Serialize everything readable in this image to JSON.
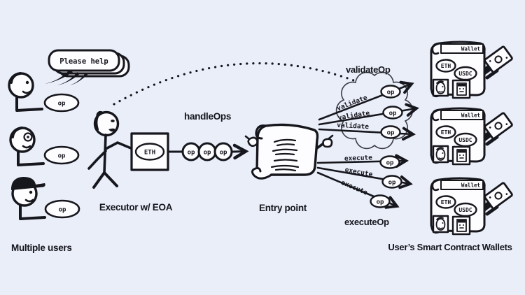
{
  "colors": {
    "background": "#eaeef9",
    "ink": "#16161d",
    "paper": "#fdfdff"
  },
  "users": {
    "section_label": "Multiple users",
    "help_bubble_text": "Please help",
    "user_ops": [
      "op",
      "op",
      "op"
    ]
  },
  "executor": {
    "label": "Executor w/ EOA",
    "eth_label": "ETH",
    "action_label": "handleOps",
    "ops": [
      "op",
      "op",
      "op"
    ]
  },
  "entry_point": {
    "label": "Entry point"
  },
  "validate_phase": {
    "title": "validateOp",
    "arrows": [
      {
        "action": "validate",
        "payload": "op"
      },
      {
        "action": "validate",
        "payload": "op"
      },
      {
        "action": "validate",
        "payload": "op"
      }
    ]
  },
  "execute_phase": {
    "title": "executeOp",
    "arrows": [
      {
        "action": "execute",
        "payload": "op"
      },
      {
        "action": "execute",
        "payload": "op"
      },
      {
        "action": "execute",
        "payload": "op"
      }
    ]
  },
  "wallets": {
    "section_label": "User’s Smart Contract Wallets",
    "items": [
      {
        "title": "Wallet",
        "assets": [
          "ETH",
          "USDC"
        ]
      },
      {
        "title": "Wallet",
        "assets": [
          "ETH",
          "USDC"
        ]
      },
      {
        "title": "Wallet",
        "assets": [
          "ETH",
          "USDC"
        ]
      }
    ]
  }
}
